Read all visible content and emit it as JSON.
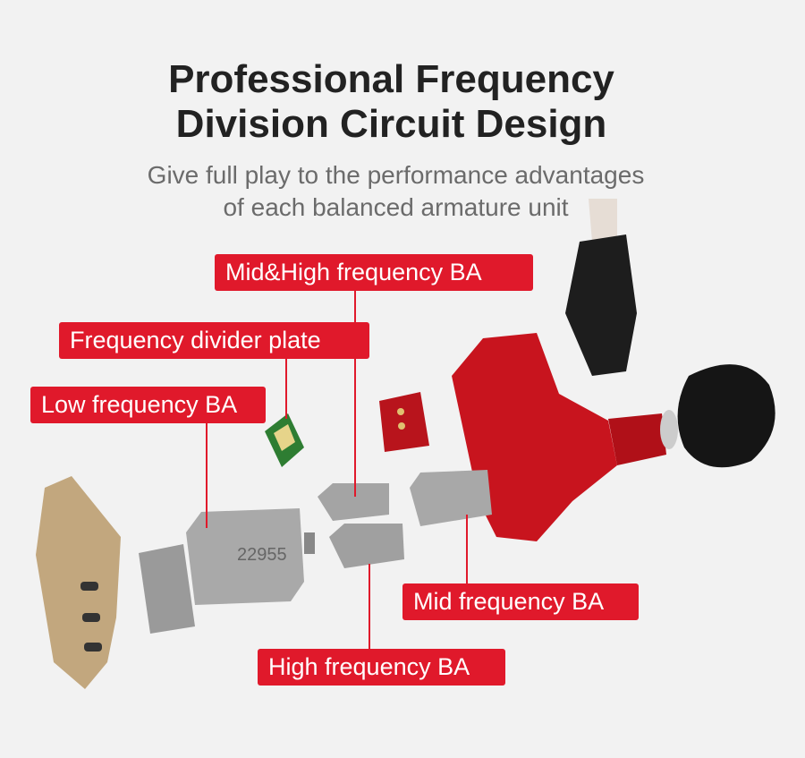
{
  "header": {
    "title_line1": "Professional Frequency",
    "title_line2": "Division Circuit Design",
    "subtitle_line1": "Give full play to the performance advantages",
    "subtitle_line2": "of each balanced armature unit"
  },
  "labels": {
    "mid_high": "Mid&High frequency BA",
    "divider": "Frequency divider plate",
    "low": "Low frequency BA",
    "mid": "Mid frequency BA",
    "high": "High frequency BA"
  },
  "driver_marking": "22955",
  "colors": {
    "accent": "#e0192b",
    "shell": "#c8141e",
    "gold": "#c2a77e",
    "ba_silver": "#a9a9a9"
  }
}
